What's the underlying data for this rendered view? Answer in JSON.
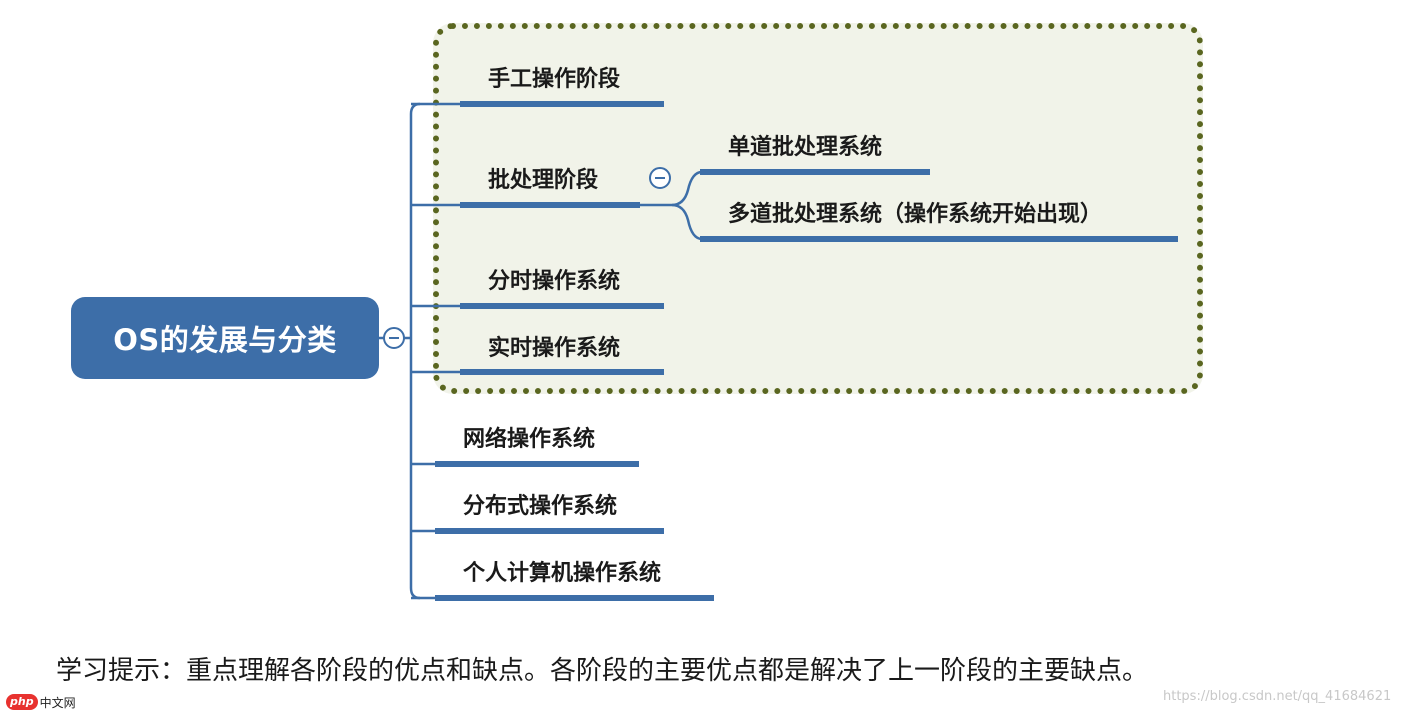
{
  "root": {
    "label": "OS的发展与分类"
  },
  "branches": [
    {
      "label": "手工操作阶段"
    },
    {
      "label": "批处理阶段",
      "children": [
        {
          "label": "单道批处理系统"
        },
        {
          "label": "多道批处理系统（操作系统开始出现）"
        }
      ]
    },
    {
      "label": "分时操作系统"
    },
    {
      "label": "实时操作系统"
    },
    {
      "label": "网络操作系统"
    },
    {
      "label": "分布式操作系统"
    },
    {
      "label": "个人计算机操作系统"
    }
  ],
  "tip": "学习提示：重点理解各阶段的优点和缺点。各阶段的主要优点都是解决了上一阶段的主要缺点。",
  "logo": {
    "mark": "php",
    "text": "中文网"
  },
  "watermark": "https://blog.csdn.net/qq_41684621",
  "colors": {
    "node": "#3d6ea8",
    "group_border": "#5a6620",
    "group_fill": "#f1f3e9"
  }
}
